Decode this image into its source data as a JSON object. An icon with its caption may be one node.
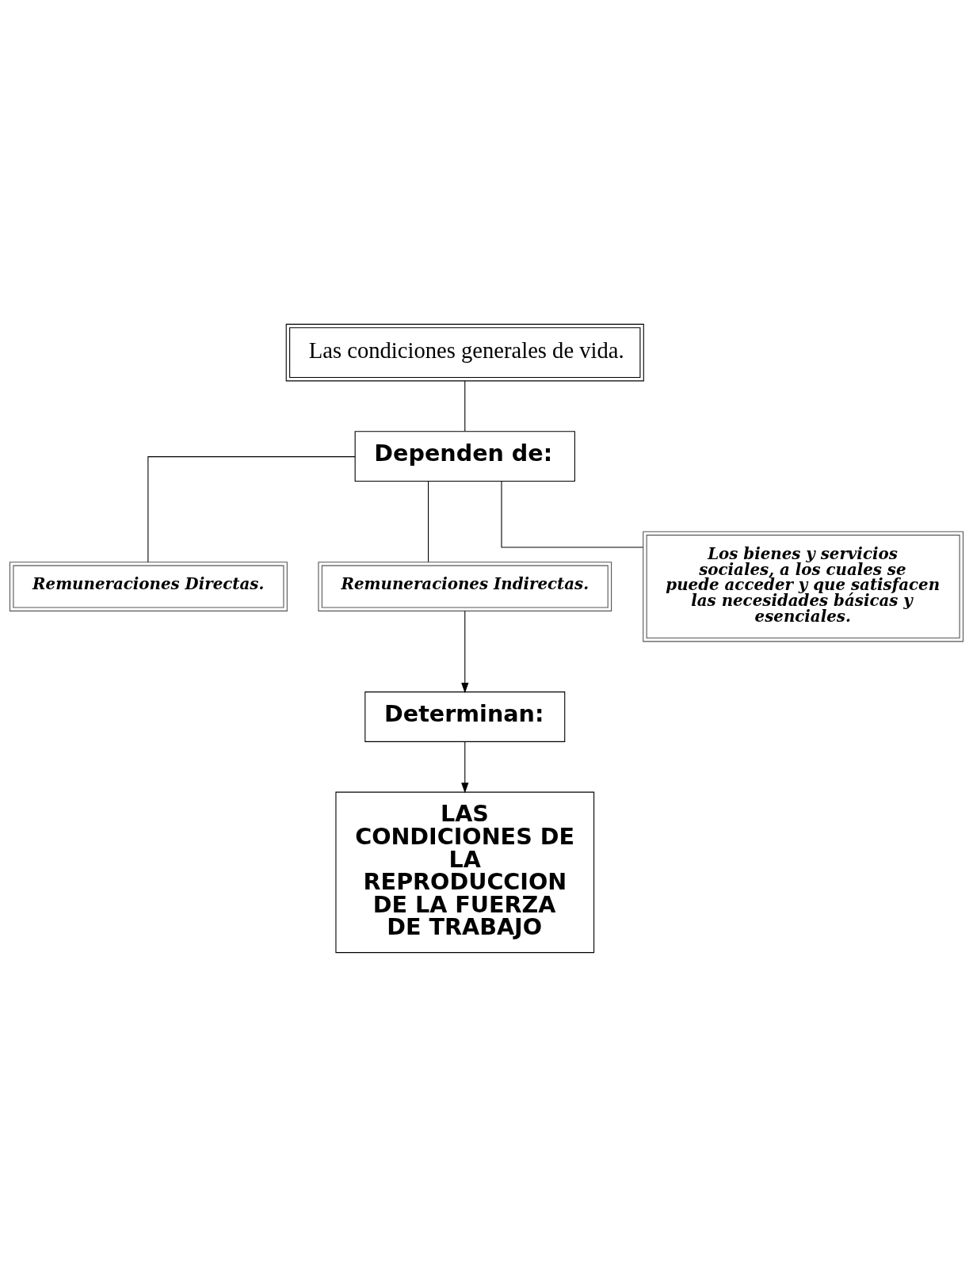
{
  "diagram": {
    "nodes": [
      {
        "text": [
          "Las condiciones generales de vida."
        ]
      },
      {
        "text": [
          "Dependen de:"
        ]
      },
      {
        "text": [
          "Remuneraciones Directas."
        ]
      },
      {
        "text": [
          "Remuneraciones Indirectas."
        ]
      },
      {
        "text": [
          "Los bienes y servicios sociales, a los cuales se puede acceder y que satisfacen las necesidades básicas y esenciales."
        ]
      },
      {
        "text": [
          "Determinan:"
        ]
      },
      {
        "text": [
          "LAS CONDICIONES DE LA REPRODUCCION DE LA FUERZA DE TRABAJO"
        ]
      }
    ],
    "edges": [
      {
        "from": 0,
        "to": 1,
        "arrow": "none"
      },
      {
        "from": 1,
        "to": 2,
        "arrow": "none"
      },
      {
        "from": 1,
        "to": 3,
        "arrow": "none"
      },
      {
        "from": 1,
        "to": 4,
        "arrow": "none"
      },
      {
        "from": 3,
        "to": 5,
        "arrow": "to"
      },
      {
        "from": 5,
        "to": 6,
        "arrow": "to"
      }
    ]
  }
}
